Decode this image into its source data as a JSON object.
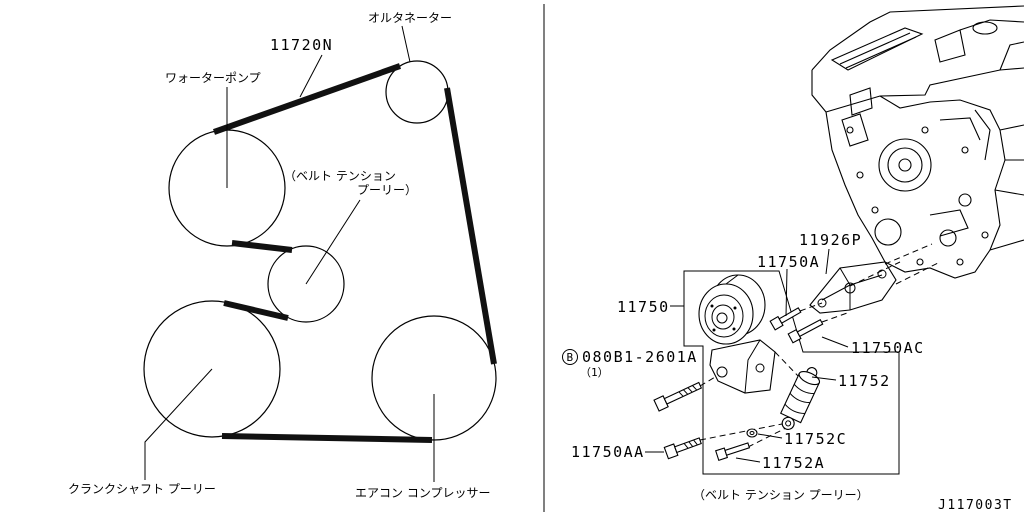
{
  "belt_layout": {
    "alternator_label": "オルタネーター",
    "belt_part_no": "11720N",
    "water_pump_label": "ワォーターポンプ",
    "tension_pulley_label_line1": "（ベルト テンション",
    "tension_pulley_label_line2": "プーリー）",
    "crankshaft_pulley_label": "クランクシャフト プーリー",
    "ac_compressor_label": "エアコン コンプレッサー"
  },
  "tensioner_assembly": {
    "callouts": {
      "bracket": "11926P",
      "bolt_11750A": "11750A",
      "pulley_assembly": "11750",
      "bolt_11750AC": "11750AC",
      "bolt_symbol": "B",
      "bolt_part_no": "080B1-2601A",
      "bolt_quantity": "（1）",
      "tensioner": "11752",
      "washer": "11752C",
      "bolt_11750AA": "11750AA",
      "bolt_11752A": "11752A"
    },
    "caption": "（ベルト テンション プーリー）"
  },
  "figure_code": "J117003T",
  "colors": {
    "line": "#000000",
    "background": "#ffffff"
  }
}
